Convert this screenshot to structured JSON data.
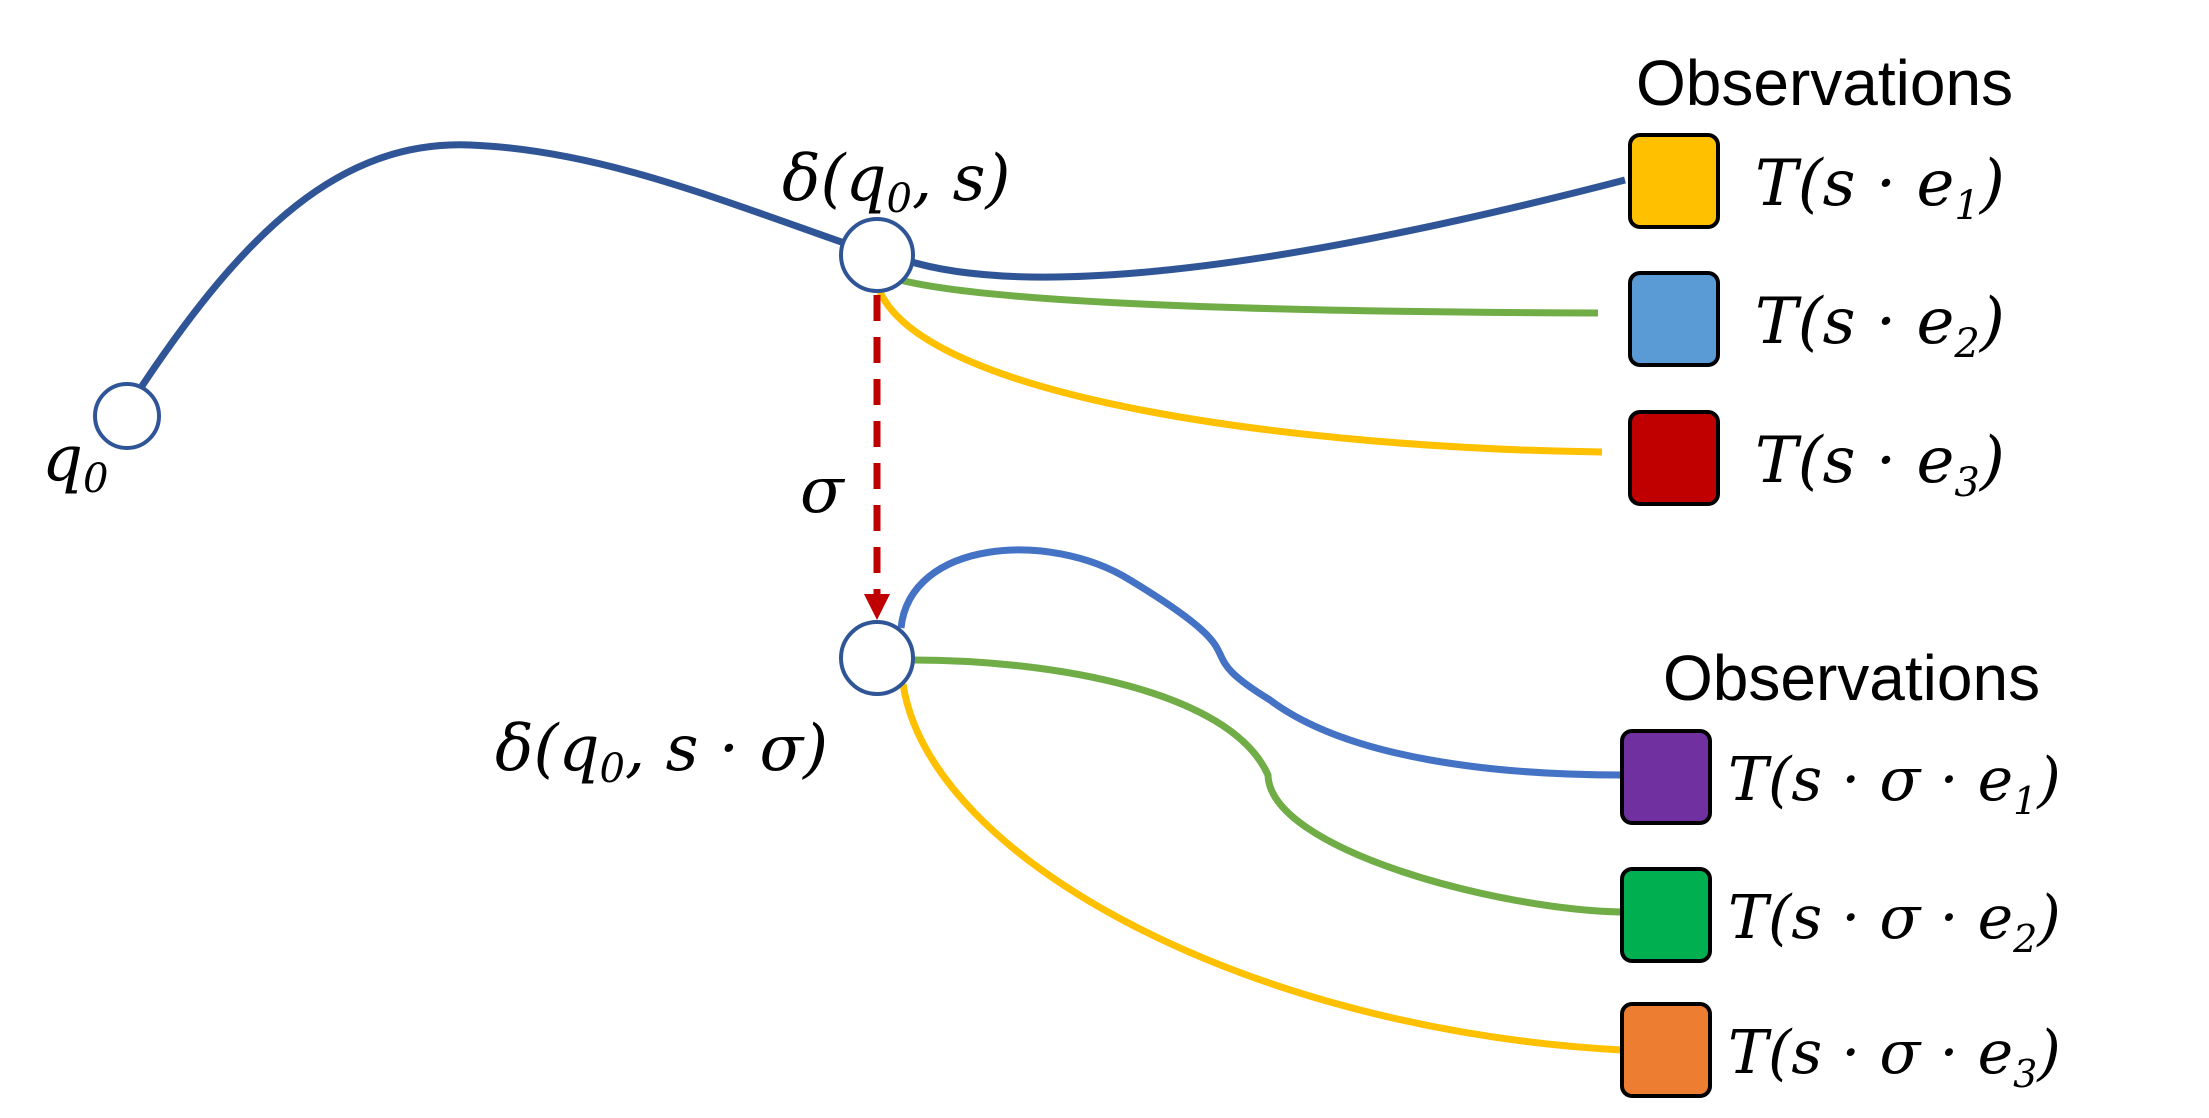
{
  "nodes": {
    "q0": "q",
    "q0_sub": "0",
    "state_s": {
      "pre": "δ(q",
      "sub": "0",
      "post": ", s)"
    },
    "state_s_sigma": {
      "pre": "δ(q",
      "sub": "0",
      "post": ", s · σ)"
    }
  },
  "transition": {
    "label": "σ",
    "color": "#C00000"
  },
  "groups": [
    {
      "heading": "Observations",
      "rows": [
        {
          "pre": "T(s · e",
          "sub": "1",
          "post": ")",
          "color": "#FFC000"
        },
        {
          "pre": "T(s · e",
          "sub": "2",
          "post": ")",
          "color": "#5B9BD5"
        },
        {
          "pre": "T(s · e",
          "sub": "3",
          "post": ")",
          "color": "#C00000"
        }
      ]
    },
    {
      "heading": "Observations",
      "rows": [
        {
          "pre": "T(s · σ · e",
          "sub": "1",
          "post": ")",
          "color": "#7030A0"
        },
        {
          "pre": "T(s · σ · e",
          "sub": "2",
          "post": ")",
          "color": "#00B050"
        },
        {
          "pre": "T(s · σ · e",
          "sub": "3",
          "post": ")",
          "color": "#ED7D31"
        }
      ]
    }
  ],
  "edge_colors": {
    "path": "#2F5597",
    "blue": "#4472C4",
    "green": "#70AD47",
    "yellow": "#FFC000"
  }
}
